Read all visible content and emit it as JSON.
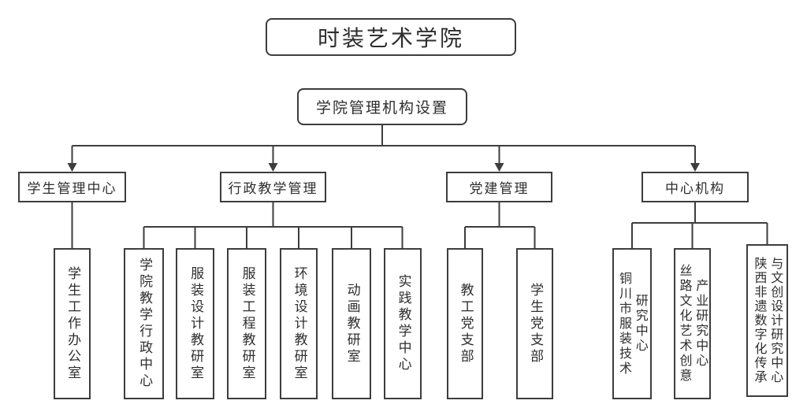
{
  "org": {
    "root": {
      "label": "时装艺术学院"
    },
    "management": {
      "label": "学院管理机构设置"
    },
    "branches": [
      {
        "label": "学生管理中心",
        "children": [
          {
            "label": "学生工作办公室",
            "columns": [
              "学生工作办公室"
            ]
          }
        ]
      },
      {
        "label": "行政教学管理",
        "children": [
          {
            "label": "学院教学行政中心",
            "columns": [
              "学院教学行政中心"
            ]
          },
          {
            "label": "服装设计教研室",
            "columns": [
              "服装设计教研室"
            ]
          },
          {
            "label": "服装工程教研室",
            "columns": [
              "服装工程教研室"
            ]
          },
          {
            "label": "环境设计教研室",
            "columns": [
              "环境设计教研室"
            ]
          },
          {
            "label": "动画教研室",
            "columns": [
              "动画教研室"
            ]
          },
          {
            "label": "实践教学中心",
            "columns": [
              "实践教学中心"
            ]
          }
        ]
      },
      {
        "label": "党建管理",
        "children": [
          {
            "label": "教工党支部",
            "columns": [
              "教工党支部"
            ]
          },
          {
            "label": "学生党支部",
            "columns": [
              "学生党支部"
            ]
          }
        ]
      },
      {
        "label": "中心机构",
        "children": [
          {
            "label": "铜川市服装技术研究中心",
            "columns": [
              "铜川市服装技术",
              "研究中心"
            ]
          },
          {
            "label": "丝路文化艺术创意产业研究中心",
            "columns": [
              "丝路文化艺术创意",
              "产业研究中心"
            ]
          },
          {
            "label": "陕西非遗数字化传承与文创设计研究中心",
            "columns": [
              "陕西非遗数字化传承",
              "与文创设计研究中心"
            ]
          }
        ]
      }
    ],
    "colors": {
      "line": "#3d3d3d",
      "text": "#2e2e2e",
      "background": "#ffffff"
    }
  }
}
